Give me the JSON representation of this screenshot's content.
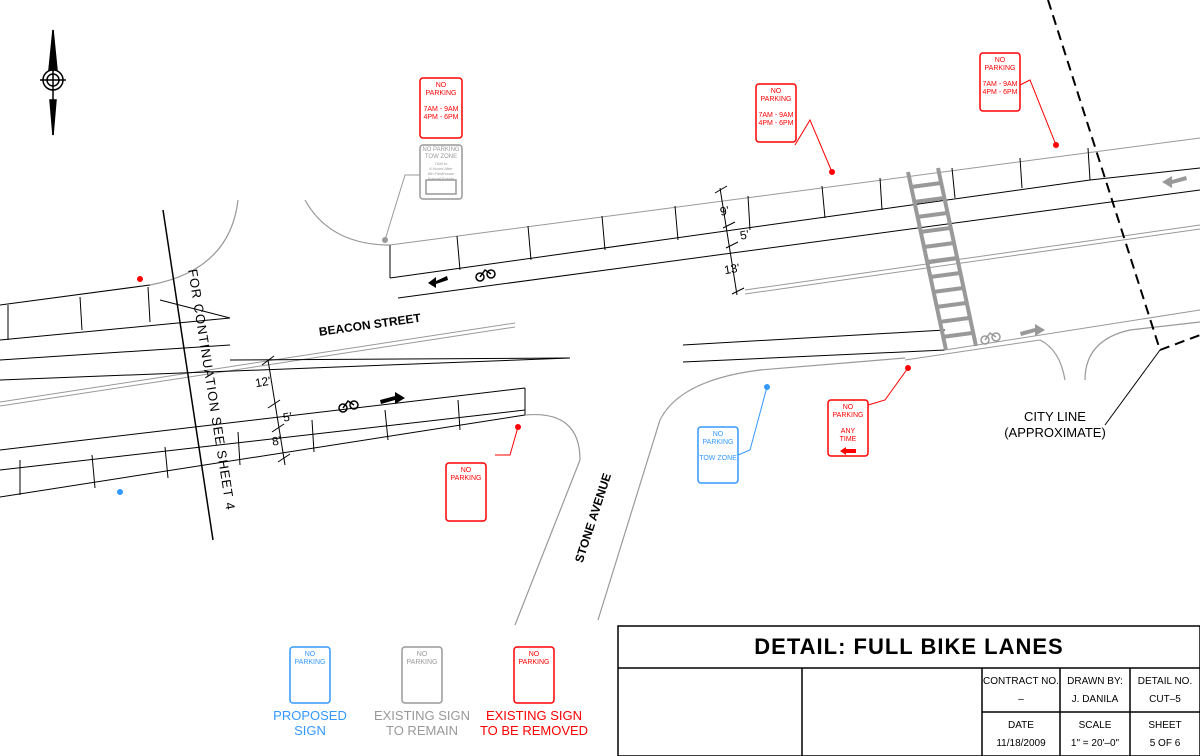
{
  "streets": {
    "beacon": "BEACON STREET",
    "stone": "STONE AVENUE",
    "continuation": "FOR CONTINUATION SEE SHEET 4",
    "city_line": [
      "CITY LINE",
      "(APPROXIMATE)"
    ]
  },
  "dimensions": {
    "left": [
      "12'",
      "5'",
      "8'"
    ],
    "right": [
      "9'",
      "5'",
      "13'"
    ]
  },
  "signs": {
    "no_parking": "NO PARKING",
    "hours": [
      "7AM - 9AM",
      "4PM - 6PM"
    ],
    "tow_zone": "TOW ZONE",
    "tow_zone_notes": [
      "7AM to",
      "6 Hours After",
      "6th Fieldhouse",
      "Special Events"
    ],
    "any_time": [
      "ANY",
      "TIME"
    ]
  },
  "legend": {
    "proposed": [
      "PROPOSED",
      "SIGN"
    ],
    "existing_remain": [
      "EXISTING SIGN",
      "TO REMAIN"
    ],
    "existing_removed": [
      "EXISTING SIGN",
      "TO BE REMOVED"
    ]
  },
  "title_block": {
    "title": "DETAIL: FULL BIKE LANES",
    "contract_label": "CONTRACT NO.",
    "contract_value": "–",
    "drawn_label": "DRAWN BY:",
    "drawn_value": "J. DANILA",
    "detail_label": "DETAIL NO.",
    "detail_value": "CUT–5",
    "date_label": "DATE",
    "date_value": "11/18/2009",
    "scale_label": "SCALE",
    "scale_value": "1\" = 20'–0\"",
    "sheet_label": "SHEET",
    "sheet_value": "5 OF 6"
  },
  "colors": {
    "proposed": "#3399ff",
    "existing_remain": "#999999",
    "removed": "#ff0000",
    "line": "#000000"
  }
}
